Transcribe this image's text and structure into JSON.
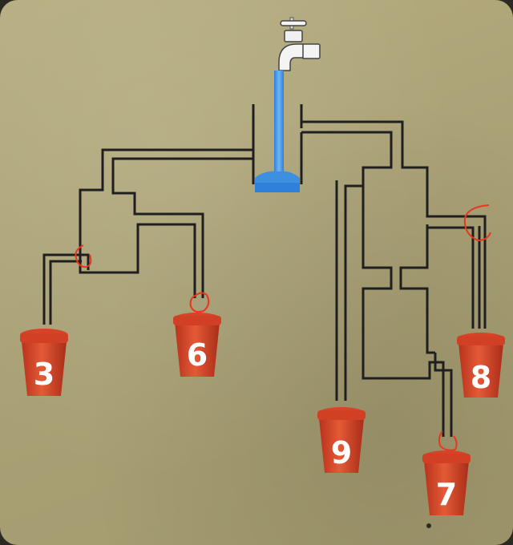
{
  "puzzle": {
    "type": "water-pipe-puzzle",
    "buckets": [
      {
        "id": "bucket-3",
        "label": "3",
        "receives_water": false
      },
      {
        "id": "bucket-6",
        "label": "6",
        "receives_water": false
      },
      {
        "id": "bucket-9",
        "label": "9",
        "receives_water": true
      },
      {
        "id": "bucket-7",
        "label": "7",
        "receives_water": false
      },
      {
        "id": "bucket-8",
        "label": "8",
        "receives_water": false
      }
    ],
    "blocked_markers": 4
  },
  "colors": {
    "background": "#aaa176",
    "pipe": "#1f1f1f",
    "water": "#3d8fe0",
    "bucket": "#d9482b",
    "marker": "#e8361f",
    "faucet": "#f4f4f4"
  }
}
